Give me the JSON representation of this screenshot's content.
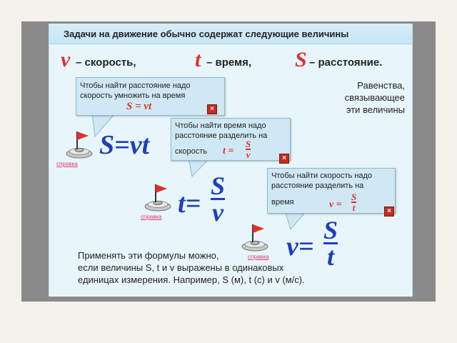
{
  "title": "Задачи на движение обычно содержат следующие величины",
  "variables": [
    {
      "symbol": "v",
      "label": "– скорость,"
    },
    {
      "symbol": "t",
      "label": "– время,"
    },
    {
      "symbol": "S",
      "label": "– расстояние."
    }
  ],
  "equality_note": [
    "Равенства,",
    "связывающее",
    "эти величины"
  ],
  "callouts": {
    "distance": {
      "line1": "Чтобы найти расстояние надо",
      "line2": "скорость умножить на время",
      "formula": "S = vt"
    },
    "time": {
      "line1": "Чтобы найти время надо",
      "line2": "расстояние разделить на",
      "line3": "скорость",
      "formula_lhs": "t =",
      "num": "S",
      "den": "v"
    },
    "speed": {
      "line1": "Чтобы найти скорость надо",
      "line2": "расстояние разделить на",
      "line3": "время",
      "formula_lhs": "v =",
      "num": "S",
      "den": "t"
    }
  },
  "close_glyph": "×",
  "formulas": {
    "distance": {
      "lhs": "S",
      "eq": "=",
      "rhs": "vt"
    },
    "time": {
      "lhs": "t",
      "eq": "=",
      "num": "S",
      "den": "v"
    },
    "speed": {
      "lhs": "v",
      "eq": "=",
      "num": "S",
      "den": "t"
    }
  },
  "help_link": "справка",
  "info": {
    "line1": "Применять эти формулы можно,",
    "line2_a": "если величины",
    "line2_b": "S, t и v",
    "line2_c": "выражены в одинаковых",
    "line3": "единицах измерения. Например, S (м), t (с) и  v (м/с)."
  },
  "colors": {
    "accent_red": "#e0302a",
    "formula_blue": "#1e3fb8",
    "callout_bg": "#cfe8f4",
    "slide_bg": "#e8f6fb"
  },
  "icons": [
    "flag-button-icon",
    "close-icon"
  ]
}
